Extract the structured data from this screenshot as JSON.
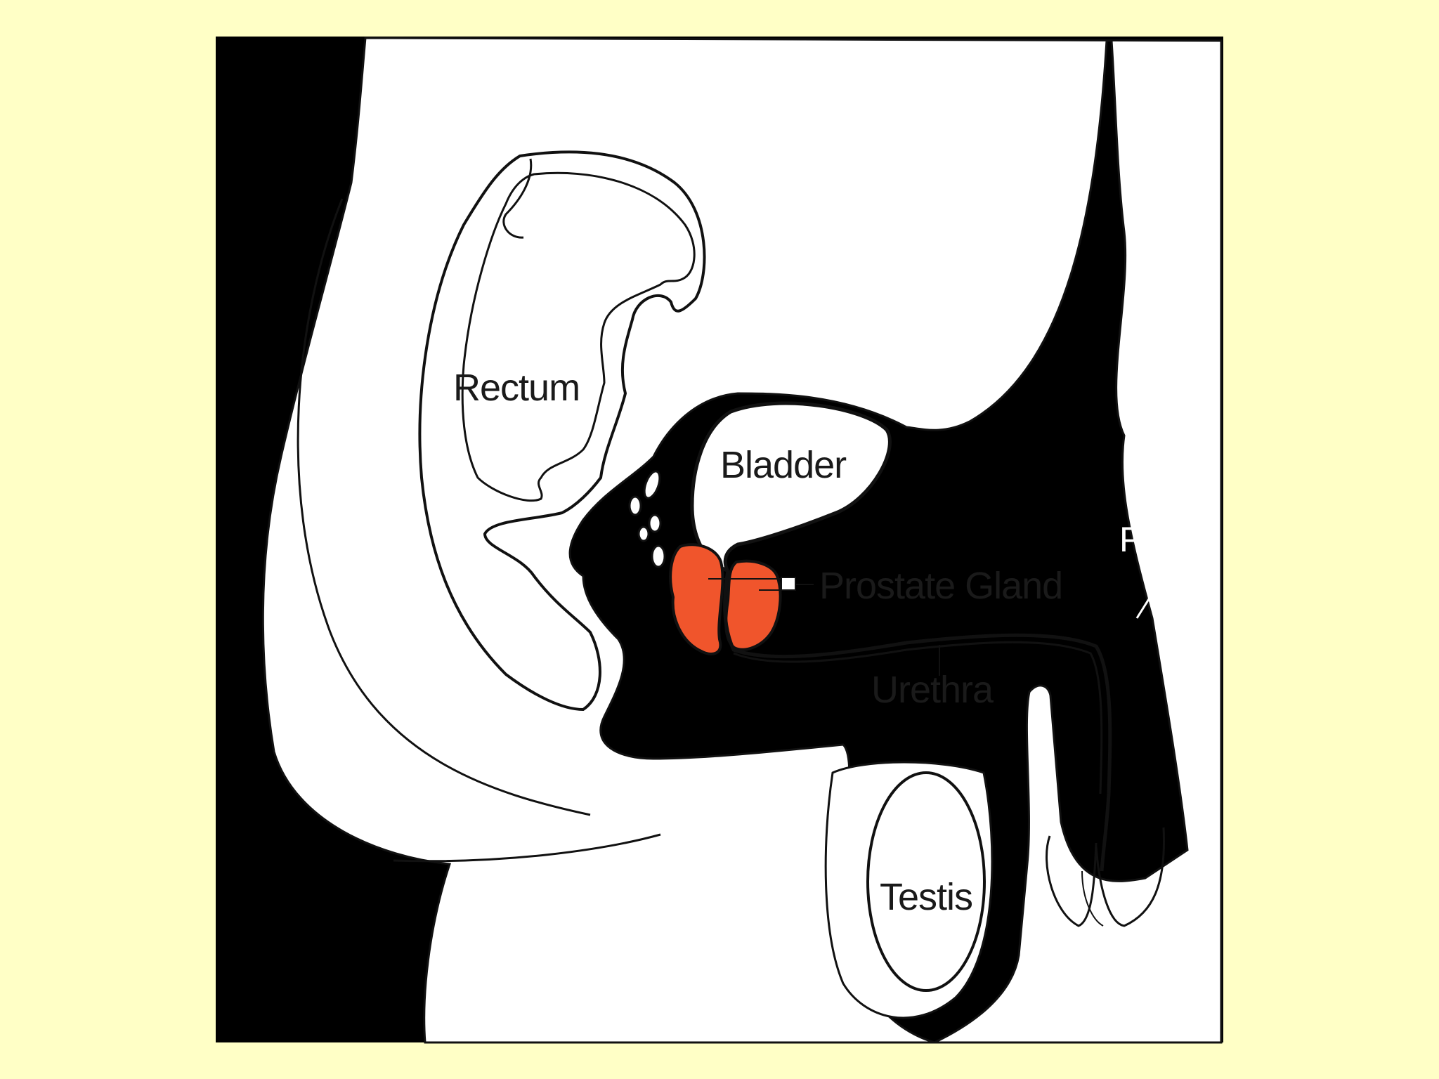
{
  "diagram": {
    "labels": {
      "rectum": "Rectum",
      "bladder": "Bladder",
      "prostate": "Prostate Gland",
      "urethra": "Urethra",
      "testis": "Testis",
      "penis": "Penis"
    },
    "colors": {
      "background": "#ffffc6",
      "panel": "#000000",
      "tissue": "#ffffff",
      "outline": "#111111",
      "prostate": "#f0552c"
    }
  }
}
